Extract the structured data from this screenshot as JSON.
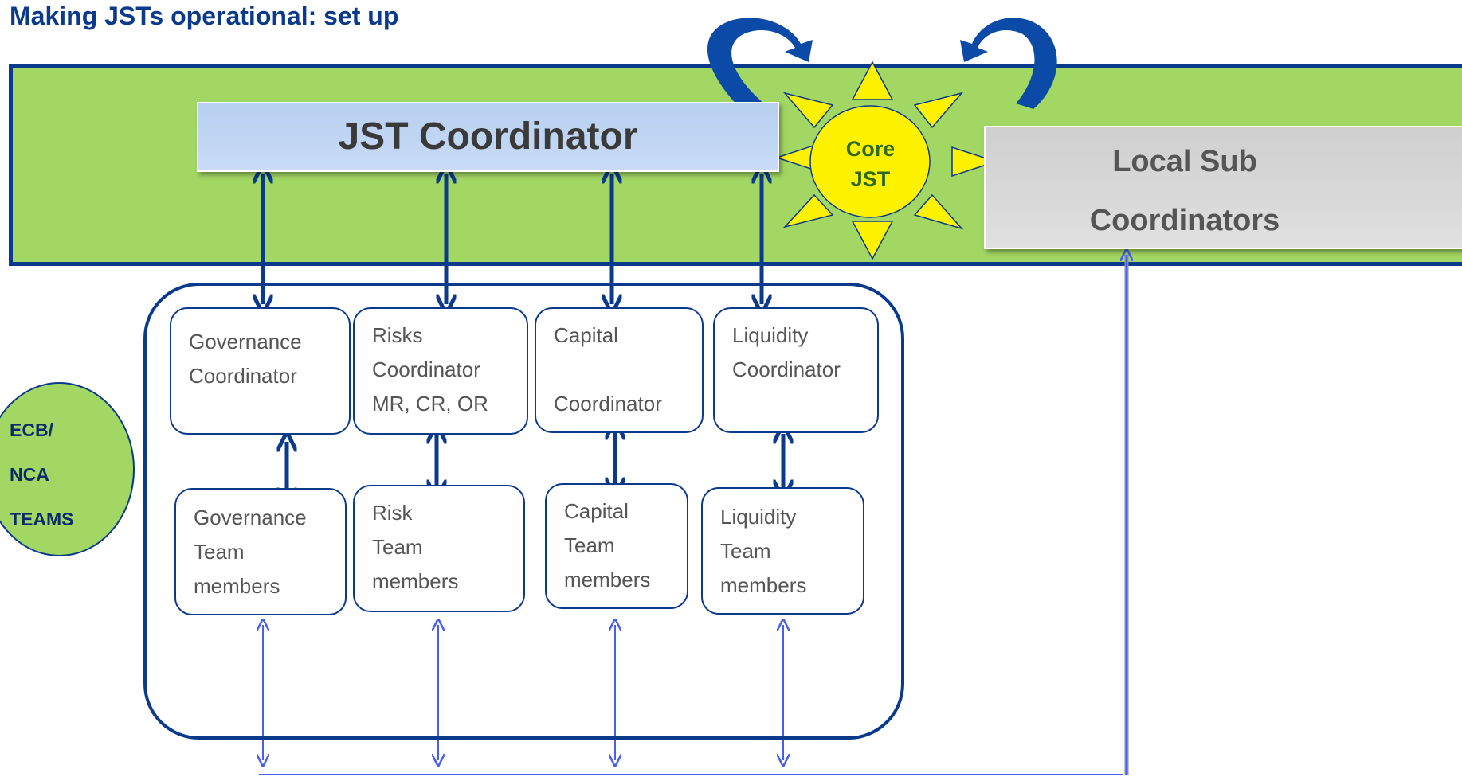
{
  "title": "Making JSTs operational: set up",
  "jst_coordinator": "JST Coordinator",
  "core": {
    "line1": "Core",
    "line2": "JST"
  },
  "local_sub": {
    "line1": "Local Sub",
    "line2": "Coordinators"
  },
  "ecb_teams": {
    "line1": "ECB/",
    "line2": "NCA",
    "line3": "TEAMS"
  },
  "coordinators": [
    {
      "line1": "Governance",
      "line2": "Coordinator",
      "line3": ""
    },
    {
      "line1": "Risks",
      "line2": "Coordinator",
      "line3": "MR, CR, OR"
    },
    {
      "line1": "Capital",
      "line2": "",
      "line3": "Coordinator"
    },
    {
      "line1": "Liquidity",
      "line2": "Coordinator",
      "line3": ""
    }
  ],
  "teams": [
    {
      "line1": "Governance",
      "line2": "Team",
      "line3": "members"
    },
    {
      "line1": "Risk",
      "line2": "Team",
      "line3": "members"
    },
    {
      "line1": "Capital",
      "line2": "Team",
      "line3": "members"
    },
    {
      "line1": "Liquidity",
      "line2": "Team",
      "line3": "members"
    }
  ],
  "colors": {
    "green": "#a2d763",
    "navy": "#0b3a8c",
    "sun": "#fff200",
    "arrow_light": "#4a5ef0"
  }
}
